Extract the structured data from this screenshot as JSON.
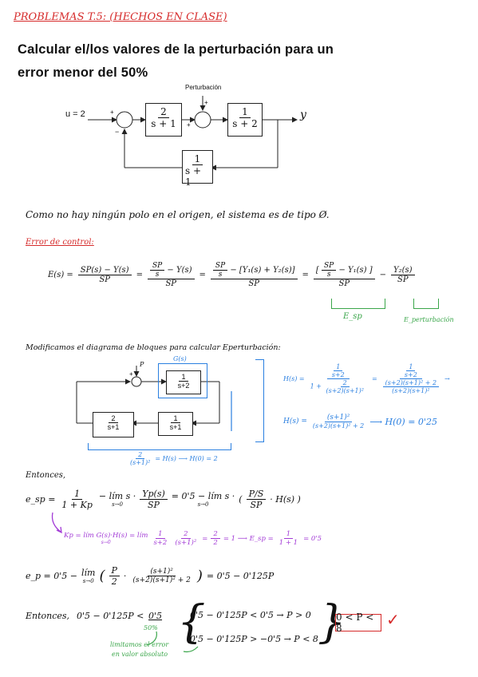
{
  "header": {
    "title": "PROBLEMAS T.5: (HECHOS EN CLASE)"
  },
  "problem": {
    "line1": "Calcular el/los valores de la perturbación para un",
    "line2": "error menor del 50%"
  },
  "diagram1": {
    "input_label": "u = 2",
    "perturbation_label": "Perturbación",
    "output_label": "y",
    "block1": {
      "num": "2",
      "den": "s + 1"
    },
    "block2": {
      "num": "1",
      "den": "s + 2"
    },
    "feedback": {
      "num": "1",
      "den": "s + 1"
    },
    "sign_plus": "+",
    "sign_minus": "−"
  },
  "notes": {
    "type_note": "Como no hay ningún polo en el origen, el sistema es de tipo Ø.",
    "error_heading": "Error de control:",
    "modify_heading": "Modificamos el diagrama de bloques para calcular Eperturbación:",
    "then": "Entonces,",
    "then2": "Entonces,"
  },
  "error_eq": {
    "lhs": "E(s) =",
    "t1_num": "SP(s) − Y(s)",
    "t1_den": "SP",
    "eq": "=",
    "t2a_num": "SP",
    "t2a_den": "s",
    "minus": "−",
    "t2b": "Y(s)",
    "t2_den": "SP",
    "t3a_num": "SP",
    "t3a_den": "s",
    "t3b": "− [Y₁(s) + Y₂(s)]",
    "t3_den": "SP",
    "t4_bracket_open": "[",
    "t4a_num": "SP",
    "t4a_den": "s",
    "t4b": "− Y₁(s)",
    "t4_bracket_close": "]",
    "t4_den": "SP",
    "t5_num": "Y₂(s)",
    "t5_den": "SP",
    "label_sp": "E_sp",
    "label_pert": "E_perturbación"
  },
  "diagram2": {
    "p_label": "P",
    "g_label": "G(s)",
    "plus": "+",
    "block_top": {
      "num": "1",
      "den": "s+2"
    },
    "block_mid": {
      "num": "1",
      "den": "s+1"
    },
    "block_left": {
      "num": "2",
      "den": "s+1"
    },
    "bottom_num": "2",
    "bottom_den": "(s+1)²",
    "bottom_rest": "= H(s) ⟶ H(0) = 2"
  },
  "hs_calc": {
    "lhs": "H(s) =",
    "f_num": "1",
    "f_num_den": "s+2",
    "f_den_1": "1 +",
    "f_den_num": "2",
    "f_den_den": "(s+2)(s+1)²",
    "eq": "=",
    "g_num": "1",
    "g_num_den": "s+2",
    "g_den_num": "(s+2)(s+1)² + 2",
    "g_den_den": "(s+2)(s+1)²",
    "arrow": "→",
    "line2_lhs": "H(s) =",
    "line2_num": "(s+1)²",
    "line2_den": "(s+2)(s+1)² + 2",
    "line2_rest": "⟶ H(0) = 0'25"
  },
  "esp_eq": {
    "lhs": "e_sp =",
    "a_num": "1",
    "a_den": "1 + Kp",
    "b": "− lím s ·",
    "b_sub": "s→0",
    "b_num": "Yp(s)",
    "b_den": "SP",
    "c": "= 0'5 − lím s ·",
    "c_sub": "s→0",
    "d_paren_open": "(",
    "d_num": "P/S",
    "d_den": "SP",
    "d_rest": "· H(s) )"
  },
  "kp_eq": {
    "text": "Kp = lím G(s)·H(s) = lím",
    "sub": "s→0",
    "f1_num": "1",
    "f1_den": "s+2",
    "f2_num": "2",
    "f2_den": "(s+1)²",
    "f3_num": "2",
    "f3_den": "2",
    "rest": "= 1 ⟶ E_sp =",
    "f4_num": "1",
    "f4_den": "1 + 1",
    "end": "= 0'5"
  },
  "ep_eq": {
    "lhs": "e_p = 0'5 −",
    "lim": "lím",
    "sub": "s→0",
    "open": "(",
    "a_num": "P",
    "a_den": "2",
    "b_num": "(s+1)²",
    "b_den": "(s+2)(s+1)² + 2",
    "close": ")",
    "rest": "= 0'5 − 0'125P"
  },
  "final": {
    "lead": "Entonces,",
    "ineq": "0'5 − 0'125P <",
    "ineq_rhs": "0'5",
    "pct": "50%",
    "case1": "0'5 − 0'125P < 0'5 → P > 0",
    "case2": "0'5 − 0'125P > −0'5 → P < 8",
    "result": "0 < P < 8",
    "check": "✓",
    "note_line1": "limitamos el error",
    "note_line2": "en valor absoluto"
  }
}
